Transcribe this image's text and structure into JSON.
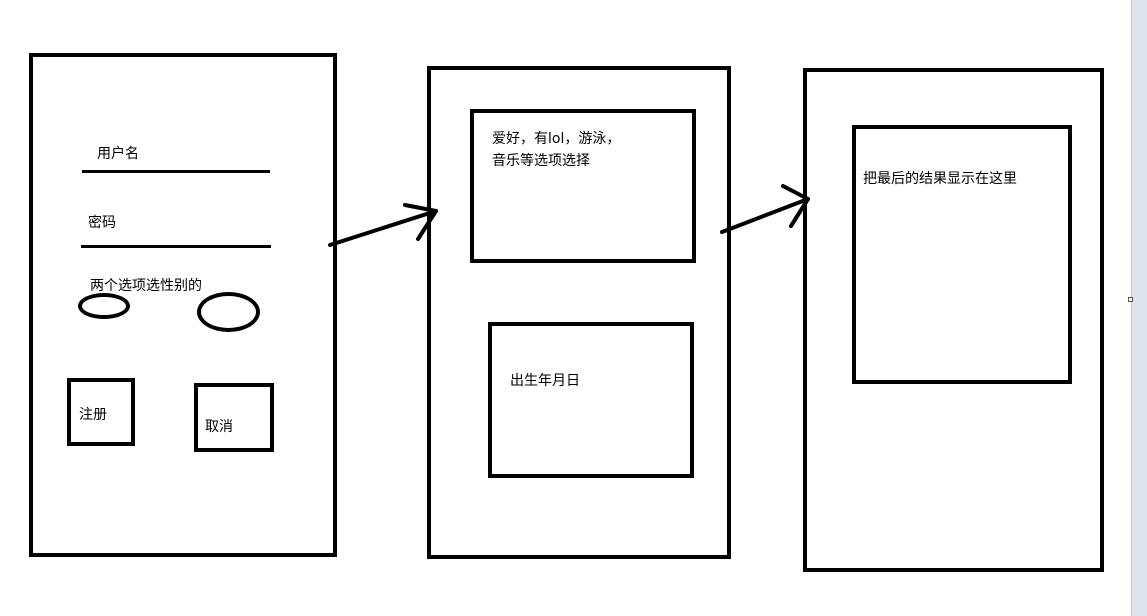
{
  "screen1": {
    "username_label": "用户名",
    "password_label": "密码",
    "gender_label": "两个选项选性别的",
    "register_label": "注册",
    "cancel_label": "取消"
  },
  "screen2": {
    "hobby_text": "爱好，有lol，游泳，音乐等选项选择",
    "birthdate_text": "出生年月日"
  },
  "screen3": {
    "result_text": "把最后的结果显示在这里"
  }
}
